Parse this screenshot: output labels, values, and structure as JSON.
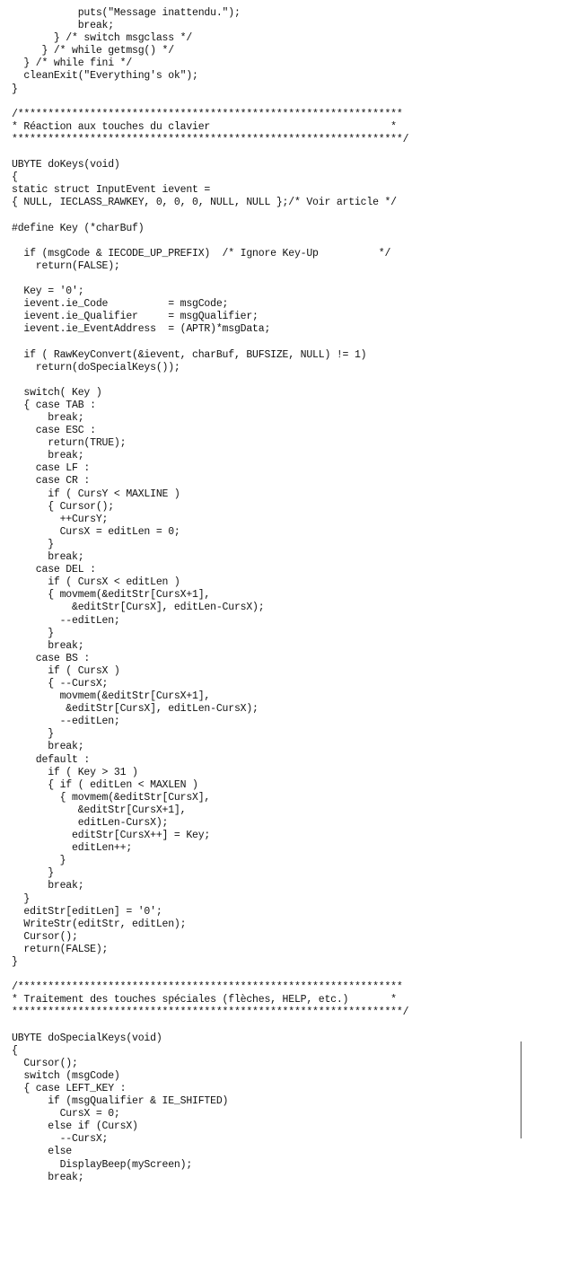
{
  "document": {
    "lines": [
      "           puts(\"Message inattendu.\");",
      "           break;",
      "       } /* switch msgclass */",
      "     } /* while getmsg() */",
      "  } /* while fini */",
      "  cleanExit(\"Everything's ok\");",
      "}",
      "",
      "/****************************************************************",
      "* Réaction aux touches du clavier                              *",
      "*****************************************************************/",
      "",
      "UBYTE doKeys(void)",
      "{",
      "static struct InputEvent ievent =",
      "{ NULL, IECLASS_RAWKEY, 0, 0, 0, NULL, NULL };/* Voir article */",
      "",
      "#define Key (*charBuf)",
      "",
      "  if (msgCode & IECODE_UP_PREFIX)  /* Ignore Key-Up          */",
      "    return(FALSE);",
      "",
      "  Key = '0';",
      "  ievent.ie_Code          = msgCode;",
      "  ievent.ie_Qualifier     = msgQualifier;",
      "  ievent.ie_EventAddress  = (APTR)*msgData;",
      "",
      "  if ( RawKeyConvert(&ievent, charBuf, BUFSIZE, NULL) != 1)",
      "    return(doSpecialKeys());",
      "",
      "  switch( Key )",
      "  { case TAB :",
      "      break;",
      "    case ESC :",
      "      return(TRUE);",
      "      break;",
      "    case LF :",
      "    case CR :",
      "      if ( CursY < MAXLINE )",
      "      { Cursor();",
      "        ++CursY;",
      "        CursX = editLen = 0;",
      "      }",
      "      break;",
      "    case DEL :",
      "      if ( CursX < editLen )",
      "      { movmem(&editStr[CursX+1],",
      "          &editStr[CursX], editLen-CursX);",
      "        --editLen;",
      "      }",
      "      break;",
      "    case BS :",
      "      if ( CursX )",
      "      { --CursX;",
      "        movmem(&editStr[CursX+1],",
      "         &editStr[CursX], editLen-CursX);",
      "        --editLen;",
      "      }",
      "      break;",
      "    default :",
      "      if ( Key > 31 )",
      "      { if ( editLen < MAXLEN )",
      "        { movmem(&editStr[CursX],",
      "           &editStr[CursX+1],",
      "           editLen-CursX);",
      "          editStr[CursX++] = Key;",
      "          editLen++;",
      "        }",
      "      }",
      "      break;",
      "  }",
      "  editStr[editLen] = '0';",
      "  WriteStr(editStr, editLen);",
      "  Cursor();",
      "  return(FALSE);",
      "}",
      "",
      "/****************************************************************",
      "* Traitement des touches spéciales (flèches, HELP, etc.)       *",
      "*****************************************************************/",
      "",
      "UBYTE doSpecialKeys(void)",
      "{",
      "  Cursor();",
      "  switch (msgCode)",
      "  { case LEFT_KEY :",
      "      if (msgQualifier & IE_SHIFTED)",
      "        CursX = 0;",
      "      else if (CursX)",
      "        --CursX;",
      "      else",
      "        DisplayBeep(myScreen);",
      "      break;"
    ]
  }
}
